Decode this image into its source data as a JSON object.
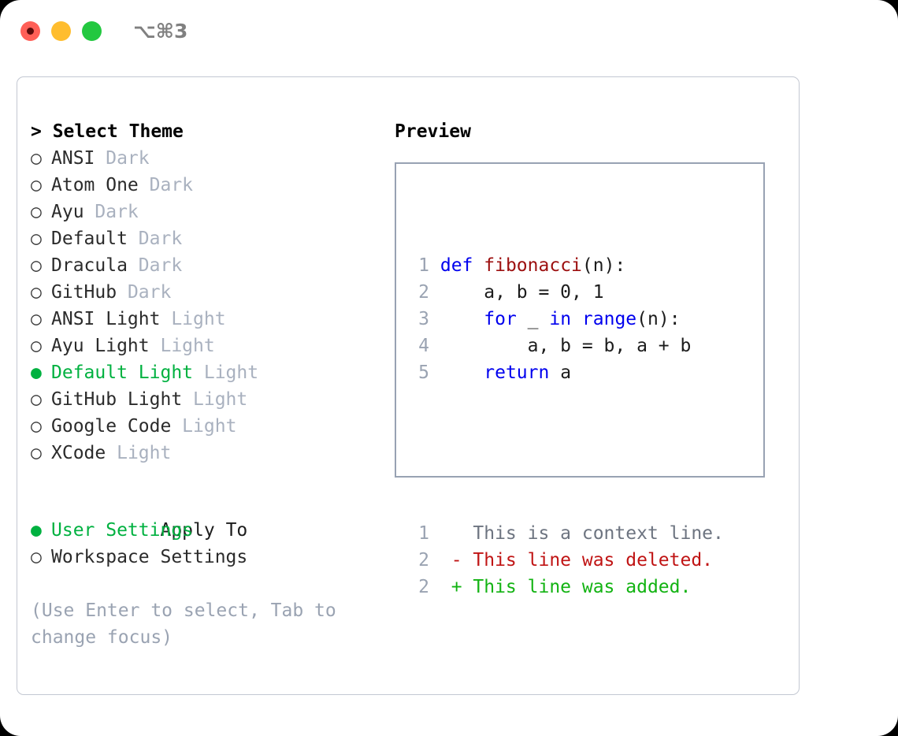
{
  "titlebar": {
    "shortcut": "⌥⌘3",
    "buttons": [
      {
        "name": "close",
        "color": "#ff5f57"
      },
      {
        "name": "minimize",
        "color": "#ffbd2e"
      },
      {
        "name": "maximize",
        "color": "#23c840"
      }
    ]
  },
  "theme_picker": {
    "heading": "> Select Theme",
    "marker_selected": "●",
    "marker_unselected": "○",
    "items": [
      {
        "marker": "○",
        "name": "ANSI",
        "tag": "Dark",
        "selected": false
      },
      {
        "marker": "○",
        "name": "Atom One",
        "tag": "Dark",
        "selected": false
      },
      {
        "marker": "○",
        "name": "Ayu",
        "tag": "Dark",
        "selected": false
      },
      {
        "marker": "○",
        "name": "Default",
        "tag": "Dark",
        "selected": false
      },
      {
        "marker": "○",
        "name": "Dracula",
        "tag": "Dark",
        "selected": false
      },
      {
        "marker": "○",
        "name": "GitHub",
        "tag": "Dark",
        "selected": false
      },
      {
        "marker": "○",
        "name": "ANSI Light",
        "tag": "Light",
        "selected": false
      },
      {
        "marker": "○",
        "name": "Ayu Light",
        "tag": "Light",
        "selected": false
      },
      {
        "marker": "●",
        "name": "Default Light",
        "tag": "Light",
        "selected": true
      },
      {
        "marker": "○",
        "name": "GitHub Light",
        "tag": "Light",
        "selected": false
      },
      {
        "marker": "○",
        "name": "Google Code",
        "tag": "Light",
        "selected": false
      },
      {
        "marker": "○",
        "name": "XCode",
        "tag": "Light",
        "selected": false
      }
    ]
  },
  "apply_to": {
    "label": "Apply To",
    "items": [
      {
        "marker": "●",
        "name": "User Settings",
        "selected": true
      },
      {
        "marker": "○",
        "name": "Workspace Settings",
        "selected": false
      }
    ]
  },
  "hint": "(Use Enter to select, Tab to change focus)",
  "preview": {
    "title": "Preview",
    "code_lines": [
      {
        "num": "1",
        "tokens": [
          {
            "t": " ",
            "c": "plain"
          },
          {
            "t": "def",
            "c": "kw"
          },
          {
            "t": " ",
            "c": "plain"
          },
          {
            "t": "fibonacci",
            "c": "fn"
          },
          {
            "t": "(n):",
            "c": "plain"
          }
        ]
      },
      {
        "num": "2",
        "tokens": [
          {
            "t": "     a, b = 0, 1",
            "c": "plain"
          }
        ]
      },
      {
        "num": "3",
        "tokens": [
          {
            "t": "     ",
            "c": "plain"
          },
          {
            "t": "for",
            "c": "kw"
          },
          {
            "t": " _ ",
            "c": "plain"
          },
          {
            "t": "in",
            "c": "kw"
          },
          {
            "t": " ",
            "c": "plain"
          },
          {
            "t": "range",
            "c": "kw"
          },
          {
            "t": "(n):",
            "c": "plain"
          }
        ]
      },
      {
        "num": "4",
        "tokens": [
          {
            "t": "         a, b = b, a + b",
            "c": "plain"
          }
        ]
      },
      {
        "num": "5",
        "tokens": [
          {
            "t": "     ",
            "c": "plain"
          },
          {
            "t": "return",
            "c": "kw"
          },
          {
            "t": " a",
            "c": "plain"
          }
        ]
      }
    ],
    "diff_lines": [
      {
        "num": "1",
        "sign": "  ",
        "text": "This is a context line.",
        "kind": "ctx"
      },
      {
        "num": "2",
        "sign": "- ",
        "text": "This line was deleted.",
        "kind": "del"
      },
      {
        "num": "2",
        "sign": "+ ",
        "text": "This line was added.",
        "kind": "add"
      }
    ]
  },
  "colors": {
    "accent_green": "#00b140",
    "tag_gray": "#a9b1bf",
    "hint_gray": "#9aa3b2",
    "keyword_blue": "#0000ee",
    "function_red": "#9c0f0f",
    "diff_deleted": "#c01414",
    "diff_added": "#12b312",
    "panel_border": "#c3c8d2",
    "preview_border": "#98a2b3"
  }
}
